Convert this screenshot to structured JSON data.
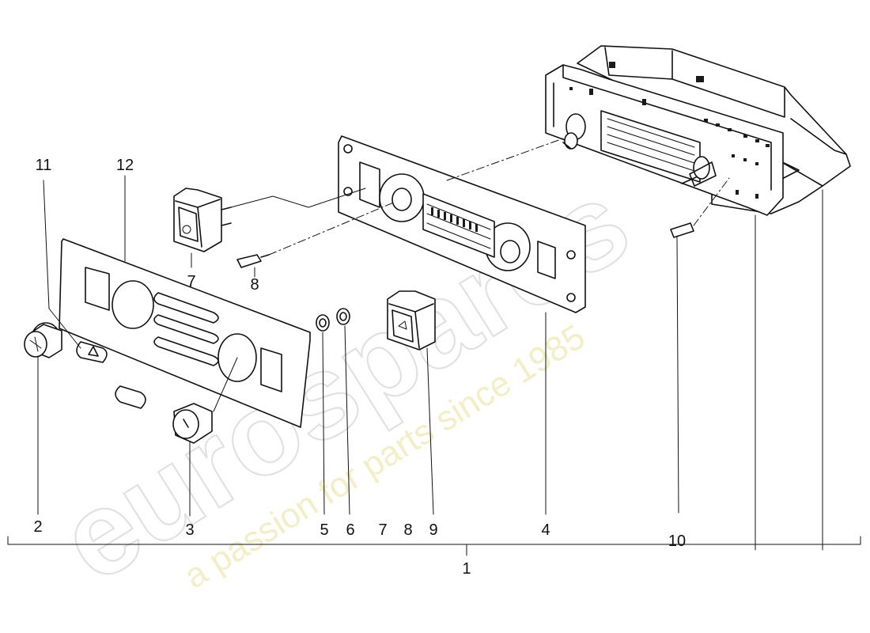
{
  "watermark": {
    "brand": "eurospares",
    "tagline": "a passion for parts since 1985",
    "brand_color": "#c9c9c9",
    "tagline_color": "#e6e08c"
  },
  "callouts": {
    "c1": "1",
    "c2": "2",
    "c3": "3",
    "c4": "4",
    "c5": "5",
    "c6": "6",
    "c7_top": "7",
    "c7_bottom": "7",
    "c8_top": "8",
    "c8_bottom": "8",
    "c9": "9",
    "c10": "10",
    "c11": "11",
    "c12": "12"
  }
}
